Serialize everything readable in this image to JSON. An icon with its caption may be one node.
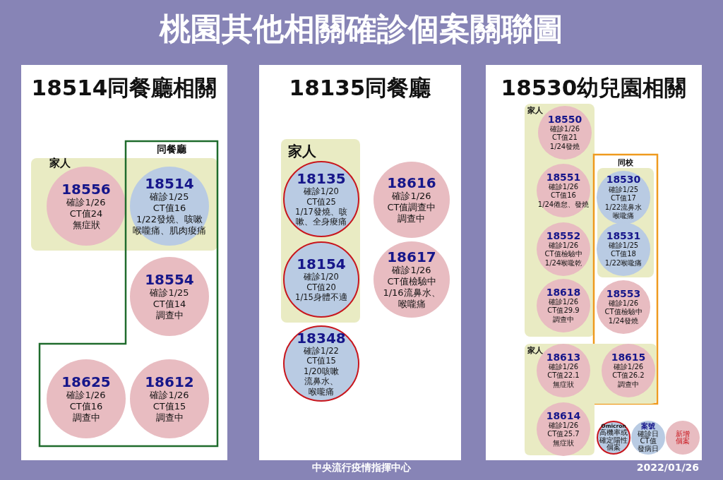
{
  "diagram": {
    "title": "桃園其他相關確診個案關聯圖",
    "nodes": [
      {
        "text": [
          "18514同餐廳相關"
        ]
      },
      {
        "text": [
          "家人"
        ],
        "in": 0
      },
      {
        "text": [
          "同餐廳"
        ],
        "in": 0
      },
      {
        "text": [
          "18556",
          "確診1/26 CT值24 無症狀"
        ],
        "in": 1
      },
      {
        "text": [
          "18514",
          "確診1/25 CT值16 1/22發燒、咳嗽喉嚨痛、肌肉痠痛"
        ],
        "in": 1
      },
      {
        "text": [
          "18554",
          "確診1/25 CT值14 調查中"
        ],
        "in": 2
      },
      {
        "text": [
          "18625",
          "確診1/26 CT值16 調查中"
        ],
        "in": 2
      },
      {
        "text": [
          "18612",
          "確診1/26 CT值15 調查中"
        ],
        "in": 2
      },
      {
        "text": [
          "18135同餐廳"
        ]
      },
      {
        "text": [
          "家人"
        ],
        "in": 8
      },
      {
        "text": [
          "18135",
          "確診1/20 CT值25 1/17發燒、咳嗽、全身痠痛"
        ],
        "in": 9
      },
      {
        "text": [
          "18154",
          "確診1/20 CT值20 1/15身體不適"
        ],
        "in": 9
      },
      {
        "text": [
          "18348",
          "確診1/22 CT值15 1/20咳嗽流鼻水、喉嚨痛"
        ],
        "in": 8
      },
      {
        "text": [
          "18616",
          "確診1/26 CT值調查中調查中"
        ],
        "in": 8
      },
      {
        "text": [
          "18617",
          "確診1/26 CT值檢驗中1/16流鼻水、喉嚨痛"
        ],
        "in": 8
      },
      {
        "text": [
          "18530幼兒園相關"
        ]
      },
      {
        "text": [
          "家人"
        ],
        "in": 15
      },
      {
        "text": [
          "18550",
          "確診1/26 CT值21 1/24發燒"
        ],
        "in": 16
      },
      {
        "text": [
          "18551",
          "確診1/26 CT值16 1/24倦怠、發燒"
        ],
        "in": 16
      },
      {
        "text": [
          "18552",
          "確診1/26 CT值檢驗中1/24喉嚨乾"
        ],
        "in": 16
      },
      {
        "text": [
          "18618",
          "確診1/26 CT值29.9 調查中"
        ],
        "in": 16
      },
      {
        "text": [
          "同校"
        ],
        "in": 15
      },
      {
        "text": [],
        "shape": "box",
        "in": 21
      },
      {
        "text": [
          "18530",
          "確診1/25 CT值17 1/22流鼻水喉嚨痛"
        ],
        "in": 22
      },
      {
        "text": [
          "18531",
          "確診1/25 CT值18 1/22喉嚨痛"
        ],
        "in": 22
      },
      {
        "text": [
          "18553",
          "確診1/26 CT值檢驗中1/24發燒"
        ],
        "in": 21
      },
      {
        "text": [
          "家人"
        ],
        "in": 15
      },
      {
        "text": [
          "18613",
          "確診1/26 CT值22.1 無症狀"
        ],
        "in": 26
      },
      {
        "text": [
          "18614",
          "確診1/26 CT值25.7 無症狀"
        ],
        "in": 26
      },
      {
        "text": [
          "18615",
          "確診1/26 CT值26.2 調查中"
        ]
      }
    ],
    "labels": [
      "中央流行疫情指揮中心",
      "2022/01/26"
    ],
    "legend": [
      {
        "text": "Omicron 高機率或確定陽性個案"
      },
      {
        "text": "案號確診日CT值發病日",
        "color": "#b9cbe3"
      },
      {
        "text": "新增個案",
        "color": "#e8bcc1"
      }
    ]
  }
}
